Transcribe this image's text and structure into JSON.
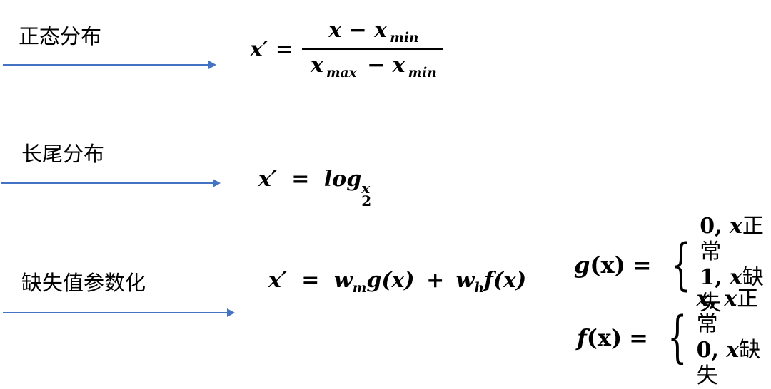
{
  "rows": [
    {
      "label": "正态分布",
      "eq": {
        "lhs": "x′",
        "eq": "=",
        "num": "x − x",
        "num_sub": "min",
        "den_a": "x",
        "den_a_sub": "max",
        "den_b": " − x",
        "den_b_sub": "min"
      }
    },
    {
      "label": "长尾分布",
      "eq": {
        "lhs": "x′",
        "eq": "=",
        "log": "log",
        "base": "2",
        "arg": "x"
      }
    },
    {
      "label": "缺失值参数化",
      "eq": {
        "lhs": "x′",
        "eq": "=",
        "w1": "w",
        "w1_sub": "m",
        "g": "g",
        "paren": "(x)",
        "plus": "+",
        "w2": "w",
        "w2_sub": "h",
        "f": "f"
      }
    }
  ],
  "cases": [
    {
      "lhs": "g",
      "arg": "(x)",
      "eq": "=",
      "lines": [
        {
          "val": "0",
          "var": "x",
          "word": "正常"
        },
        {
          "val": "1",
          "var": "x",
          "word": "缺失"
        }
      ]
    },
    {
      "lhs": "f",
      "arg": "(x)",
      "eq": "=",
      "lines": [
        {
          "val": "x",
          "var": "x",
          "word": "正常"
        },
        {
          "val": "0",
          "var": "x",
          "word": "缺失"
        }
      ]
    }
  ],
  "colors": {
    "arrow": "#4472c4"
  }
}
